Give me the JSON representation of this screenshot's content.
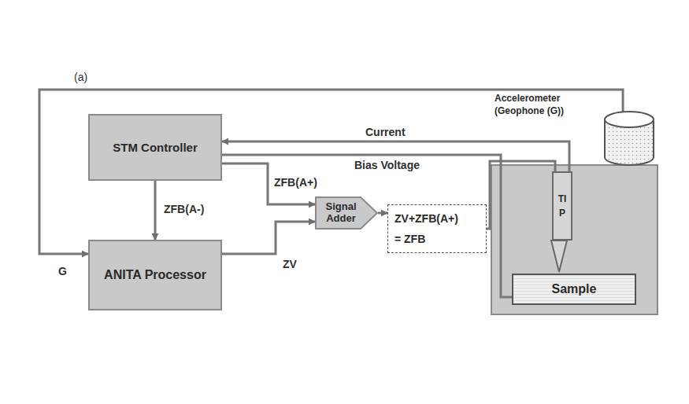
{
  "diagram": {
    "nodes": [
      {
        "text": [
          "STM Controller"
        ]
      },
      {
        "text": [
          "ANITA Processor"
        ]
      },
      {
        "text": [
          "Signal Adder"
        ]
      },
      {
        "text": [
          "ZV+ZFB(A+)",
          "= ZFB"
        ]
      },
      {
        "text": [
          "Accelerometer (Geophone (G))"
        ]
      },
      {
        "text": [
          "TIP"
        ]
      },
      {
        "text": [
          "Sample"
        ]
      }
    ],
    "edges": [
      {
        "from": 4,
        "to": 1,
        "arrow": "to",
        "label": "G"
      },
      {
        "from": 0,
        "to": 1,
        "arrow": "to",
        "label": "ZFB(A-)"
      },
      {
        "from": 0,
        "to": 2,
        "arrow": "to",
        "label": "ZFB(A+)"
      },
      {
        "from": 1,
        "to": 2,
        "arrow": "to",
        "label": "ZV"
      },
      {
        "from": 2,
        "to": 3,
        "arrow": "to"
      },
      {
        "from": 3,
        "to": 5,
        "arrow": "none"
      },
      {
        "from": 5,
        "to": 0,
        "arrow": "to",
        "label": "Current"
      },
      {
        "from": 0,
        "to": 6,
        "arrow": "none",
        "label": "Bias Voltage"
      }
    ],
    "labels": [
      "(a)"
    ]
  }
}
